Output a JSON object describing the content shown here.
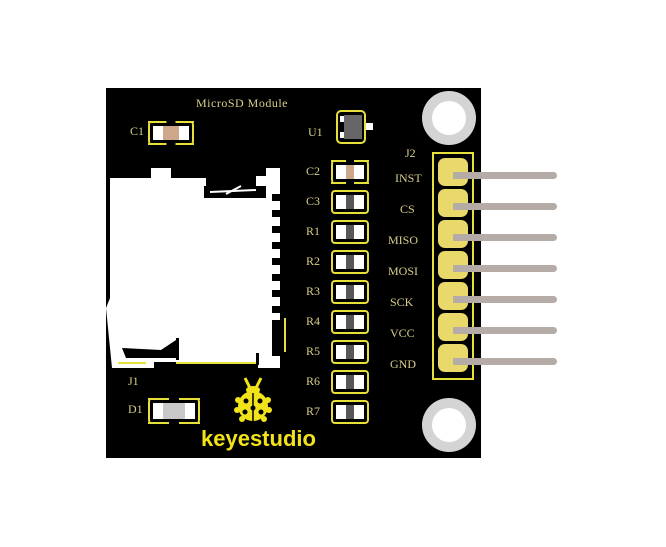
{
  "board": {
    "title": "MicroSD  Module",
    "brand": "keyestudio",
    "colors": {
      "pcb": "#000000",
      "silkscreen": "#d8cf8a",
      "outline": "#e8e03a",
      "logo": "#f2e21a",
      "pins": "#b5aca8",
      "pads": "#e9d86a"
    }
  },
  "components": {
    "c1": "C1",
    "u1": "U1",
    "c2": "C2",
    "c3": "C3",
    "r1": "R1",
    "r2": "R2",
    "r3": "R3",
    "r4": "R4",
    "r5": "R5",
    "r6": "R6",
    "r7": "R7",
    "j1": "J1",
    "d1": "D1"
  },
  "header": {
    "label": "J2",
    "pins": [
      "INST",
      "CS",
      "MISO",
      "MOSI",
      "SCK",
      "VCC",
      "GND"
    ]
  }
}
